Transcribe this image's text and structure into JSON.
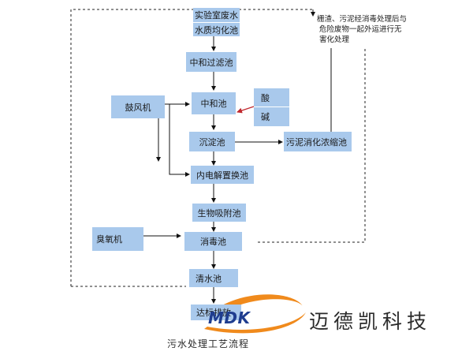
{
  "flowchart": {
    "nodes": {
      "lab_wastewater": "实验室废水",
      "equalization_tank": "水质均化池",
      "neutralization_filter_tank": "中和过滤池",
      "blower": "鼓风机",
      "neutralization_tank": "中和池",
      "acid": "酸",
      "alkali": "碱",
      "sedimentation_tank": "沉淀池",
      "sludge_digestion_tank": "污泥消化浓缩池",
      "micro_electrolysis_tank": "内电解置换池",
      "bio_adsorption_tank": "生物吸附池",
      "ozone_generator": "臭氧机",
      "disinfection_tank": "消毒池",
      "clear_water_tank": "清水池",
      "discharge": "达标排放"
    },
    "note_lines": [
      "栅渣、污泥经消毒处理后与",
      "危险废物一起外运进行无",
      "害化处理"
    ]
  },
  "logo": {
    "mark": "MDK",
    "company": "迈德凯科技"
  },
  "caption": "污水处理工艺流程",
  "colors": {
    "box": "#a9c9ec",
    "arrow": "#111111",
    "acid_arrow": "#c0282d",
    "logo_blue": "#1f3d8f",
    "logo_orange": "#f08a1c"
  }
}
